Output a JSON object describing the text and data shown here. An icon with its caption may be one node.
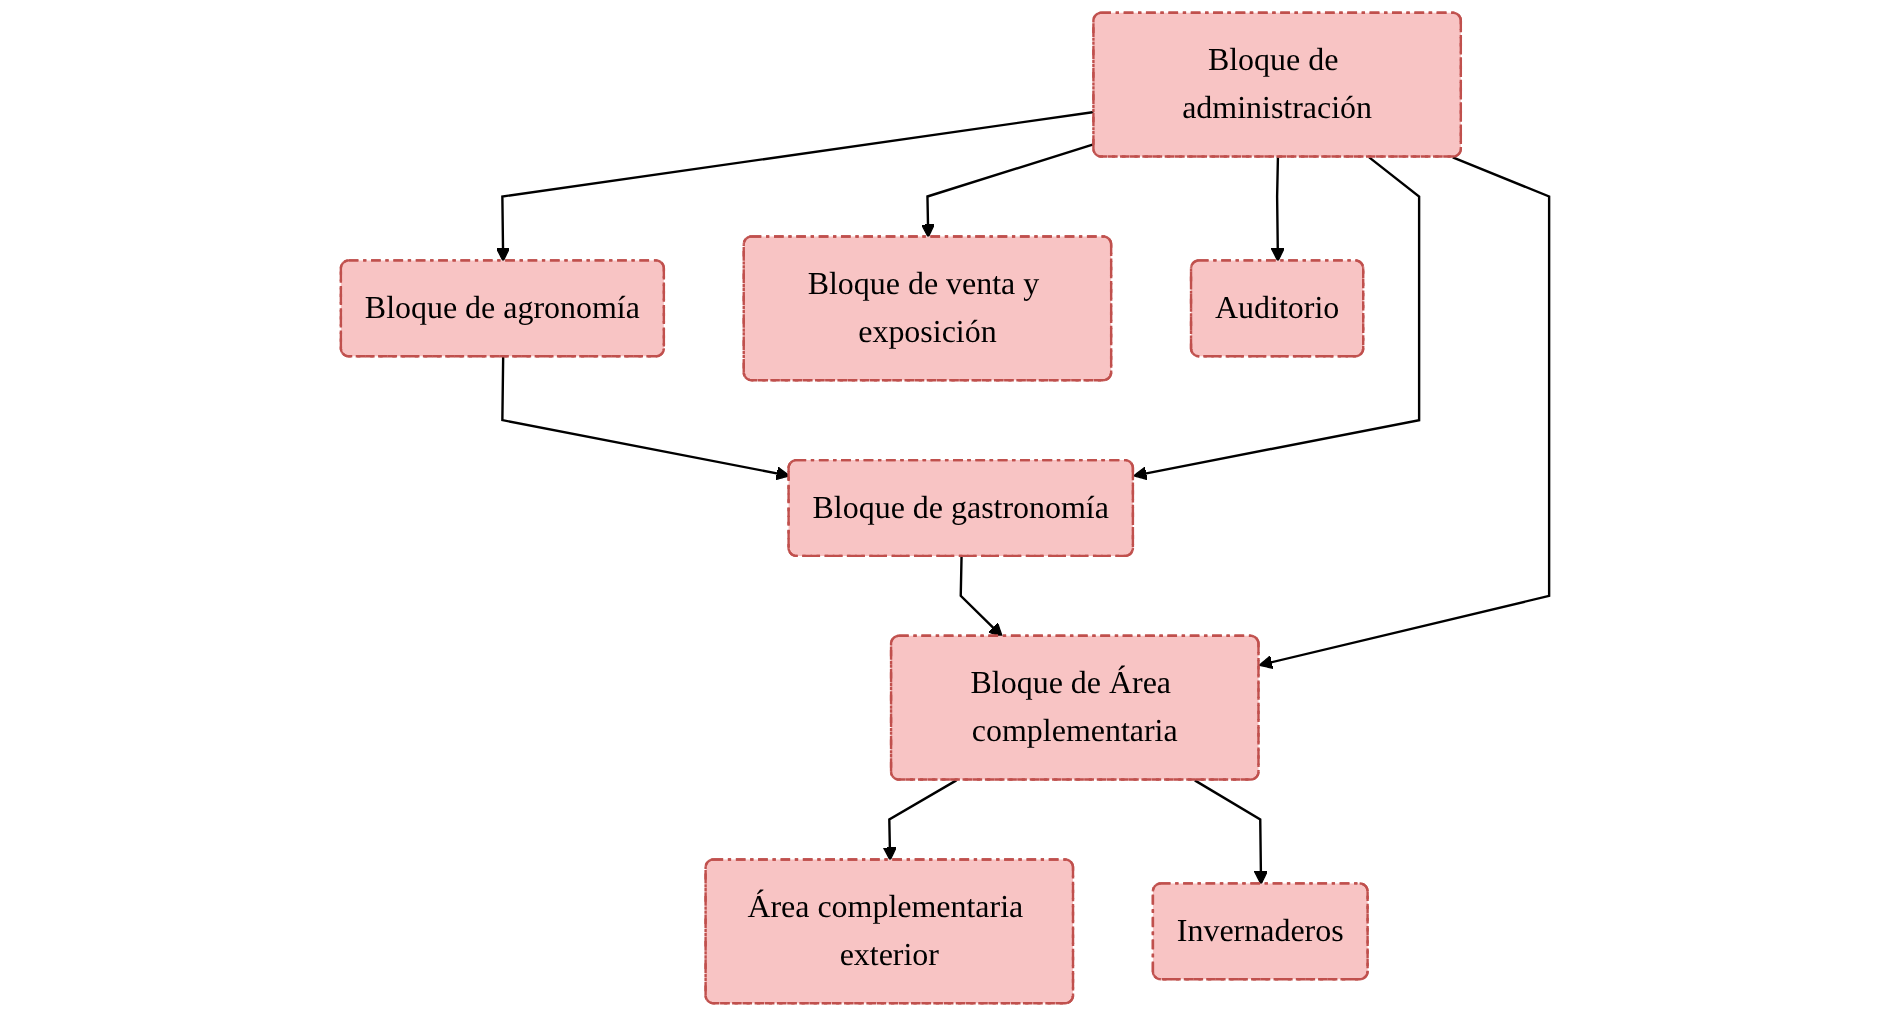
{
  "diagram": {
    "nodes": [
      {
        "text": [
          "Bloque de gastronomía"
        ]
      },
      {
        "text": [
          "Área complementaria exterior"
        ]
      },
      {
        "text": [
          "Bloque de Área complementaria"
        ]
      },
      {
        "text": [
          "Bloque de agronomía"
        ]
      },
      {
        "text": [
          "Bloque de administración"
        ]
      },
      {
        "text": [
          "Invernaderos"
        ]
      },
      {
        "text": [
          "Bloque de venta y exposición"
        ]
      },
      {
        "text": [
          "Auditorio"
        ]
      }
    ],
    "edges": [
      {
        "from": 3,
        "to": 0,
        "arrow": "to"
      },
      {
        "from": 0,
        "to": 2,
        "arrow": "to"
      },
      {
        "from": 4,
        "to": 0,
        "arrow": "to"
      },
      {
        "from": 4,
        "to": 3,
        "arrow": "to"
      },
      {
        "from": 4,
        "to": 2,
        "arrow": "to"
      },
      {
        "from": 4,
        "to": 6,
        "arrow": "to"
      },
      {
        "from": 4,
        "to": 7,
        "arrow": "to"
      },
      {
        "from": 2,
        "to": 1,
        "arrow": "to"
      },
      {
        "from": 2,
        "to": 5,
        "arrow": "to"
      }
    ]
  }
}
